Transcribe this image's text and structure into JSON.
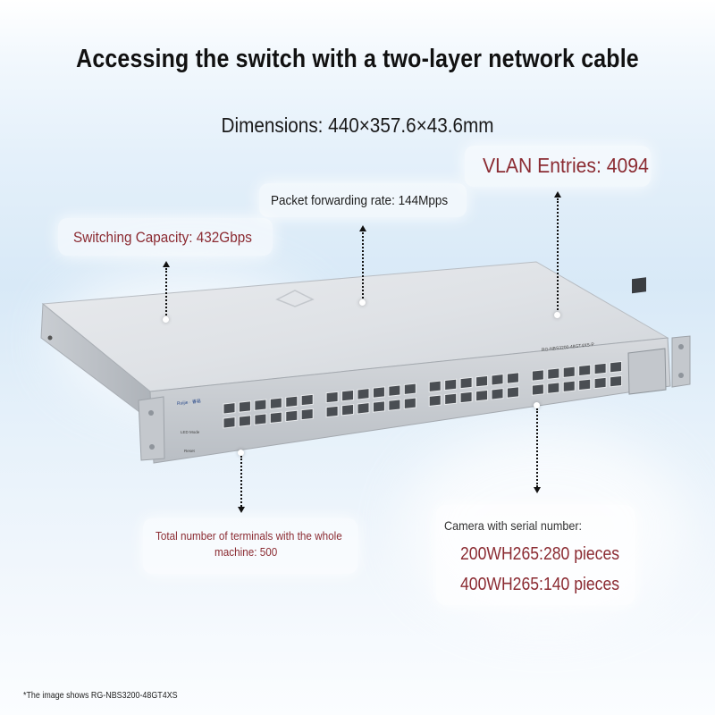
{
  "title": "Accessing the switch with a two-layer network cable",
  "dimensions": "Dimensions: 440×357.6×43.6mm",
  "vlan_entries": "VLAN Entries: 4094",
  "packet_forwarding_rate": "Packet forwarding rate: 144Mpps",
  "switching_capacity": "Switching Capacity: 432Gbps",
  "terminals": {
    "line1": "Total number of terminals with the whole",
    "line2": "machine: 500"
  },
  "camera": {
    "heading": "Camera with serial number:",
    "line1": "200WH265:280 pieces",
    "line2": "400WH265:140 pieces"
  },
  "device": {
    "brand_label": "Ruijie · 睿易",
    "model_label": "RG-NBS3200-48GT4XS-P",
    "led_label": "LED Mode",
    "reset_label": "Reset"
  },
  "footnote": "*The image shows RG-NBS3200-48GT4XS",
  "colors": {
    "accent_red": "#8b2b32",
    "text_dark": "#111111",
    "chassis": "#dfe2e6"
  }
}
